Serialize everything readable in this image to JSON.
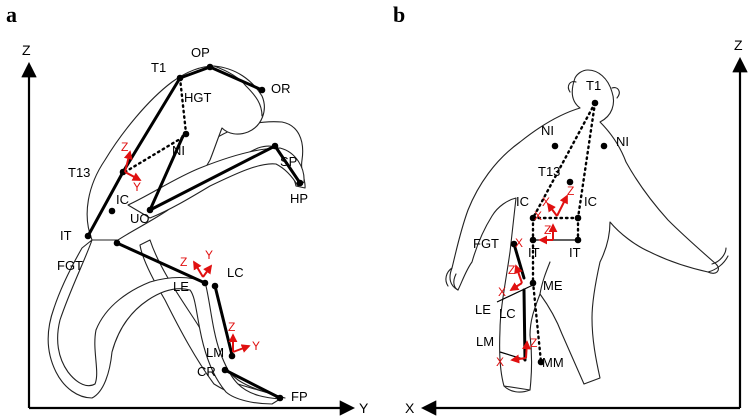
{
  "panel_a": {
    "letter": "a",
    "axis_vertical": "Z",
    "axis_horizontal": "Y",
    "landmarks": {
      "op": "OP",
      "t1": "T1",
      "or": "OR",
      "hgt": "HGT",
      "ni": "NI",
      "t13": "T13",
      "sp": "SP",
      "hp": "HP",
      "ic": "IC",
      "uo": "UO",
      "it": "IT",
      "fgt": "FGT",
      "le": "LE",
      "lc": "LC",
      "lm": "LM",
      "cr": "CR",
      "fp": "FP"
    },
    "frame_labels": {
      "pelvis_z": "Z",
      "pelvis_y": "Y",
      "knee_z": "Z",
      "knee_y": "Y",
      "ankle_z": "Z",
      "ankle_y": "Y"
    }
  },
  "panel_b": {
    "letter": "b",
    "axis_vertical": "Z",
    "axis_horizontal": "X",
    "landmarks": {
      "t1": "T1",
      "ni_left": "NI",
      "ni_right": "NI",
      "t13": "T13",
      "ic_left": "IC",
      "ic_right": "IC",
      "fgt": "FGT",
      "it_left": "IT",
      "it_right": "IT",
      "me": "ME",
      "le": "LE",
      "lc": "LC",
      "lm": "LM",
      "mm": "MM"
    },
    "frame_labels": {
      "pelvis_z": "Z",
      "pelvis_x": "X",
      "hip_z": "Z",
      "hip_x": "X",
      "knee_z": "Z",
      "knee_x": "X",
      "ankle_z": "Z",
      "ankle_x": "X"
    }
  },
  "colors": {
    "segment": "#000000",
    "frame_arrow": "#e01010",
    "outline": "#222222"
  }
}
